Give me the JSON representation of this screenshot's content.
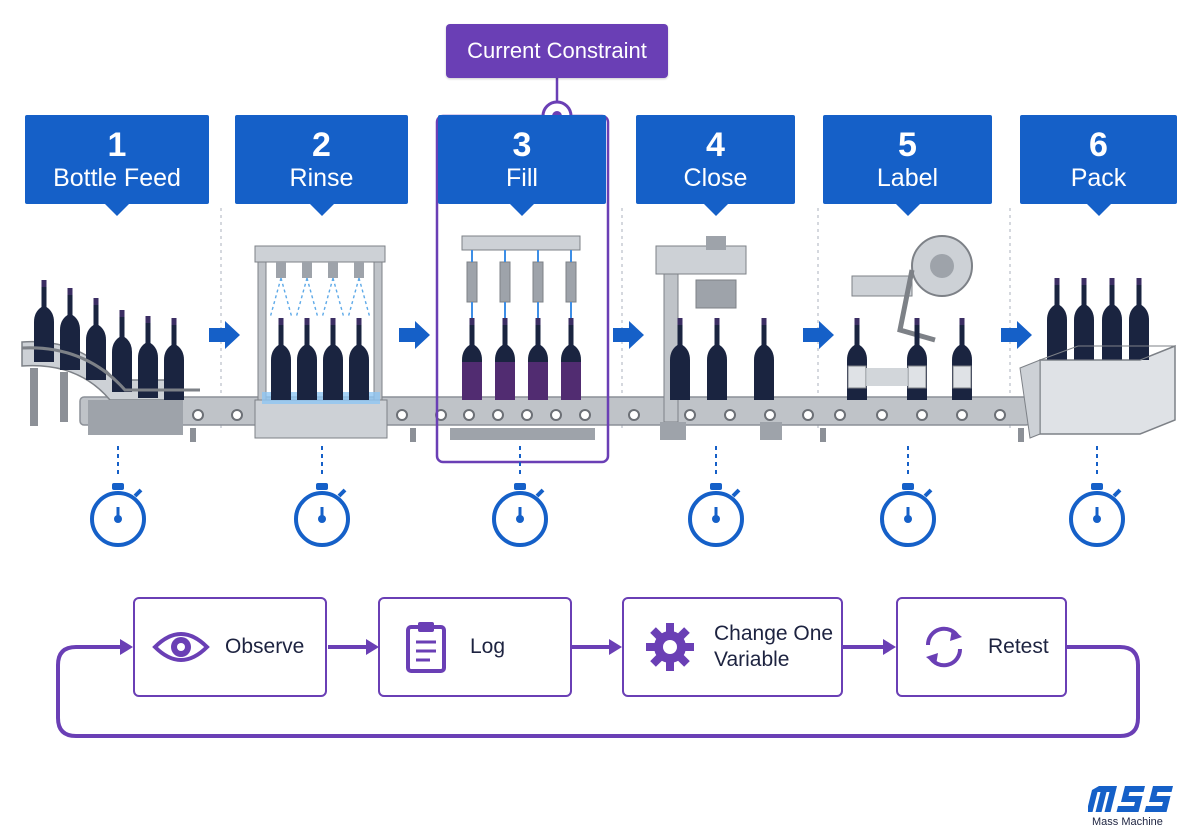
{
  "constraint_label": "Current Constraint",
  "steps": [
    {
      "num": "1",
      "name": "Bottle Feed"
    },
    {
      "num": "2",
      "name": "Rinse"
    },
    {
      "num": "3",
      "name": "Fill"
    },
    {
      "num": "4",
      "name": "Close"
    },
    {
      "num": "5",
      "name": "Label"
    },
    {
      "num": "6",
      "name": "Pack"
    }
  ],
  "process": [
    {
      "label": "Observe",
      "icon": "eye-icon"
    },
    {
      "label": "Log",
      "icon": "clipboard-icon"
    },
    {
      "label": "Change One Variable",
      "icon": "gear-icon"
    },
    {
      "label": "Retest",
      "icon": "refresh-icon"
    }
  ],
  "logo": {
    "mark": "MSS",
    "name": "Mass Machine"
  },
  "colors": {
    "step_blue": "#1560c8",
    "constraint_purple": "#6a3fb5",
    "bottle": "#1a2440",
    "machine_gray": "#bfc3c8"
  }
}
